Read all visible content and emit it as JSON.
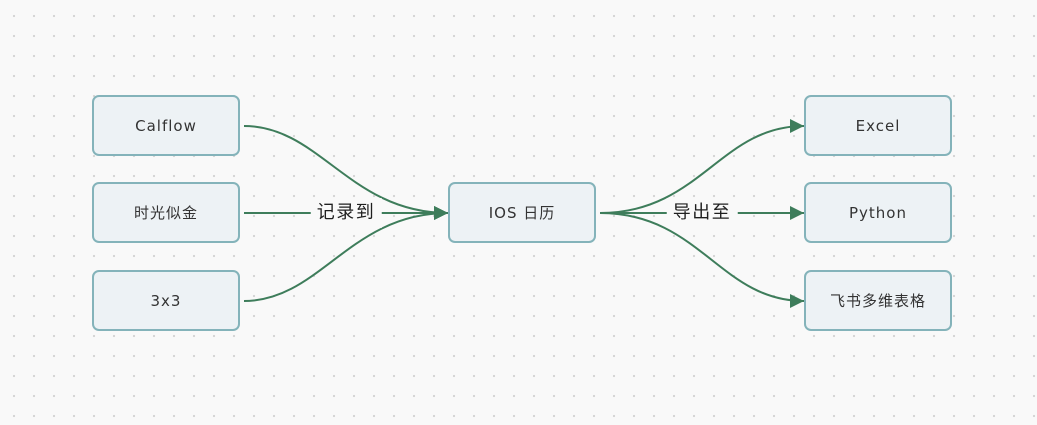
{
  "sources": [
    {
      "label": "Calflow"
    },
    {
      "label": "时光似金"
    },
    {
      "label": "3x3"
    }
  ],
  "center": {
    "label": "IOS 日历"
  },
  "targets": [
    {
      "label": "Excel"
    },
    {
      "label": "Python"
    },
    {
      "label": "飞书多维表格"
    }
  ],
  "edge_labels": {
    "record": "记录到",
    "export": "导出至"
  },
  "colors": {
    "node_fill": "#edf2f5",
    "node_border": "#84b3ba",
    "edge": "#3e7d5b",
    "background": "#f9f9f9"
  }
}
